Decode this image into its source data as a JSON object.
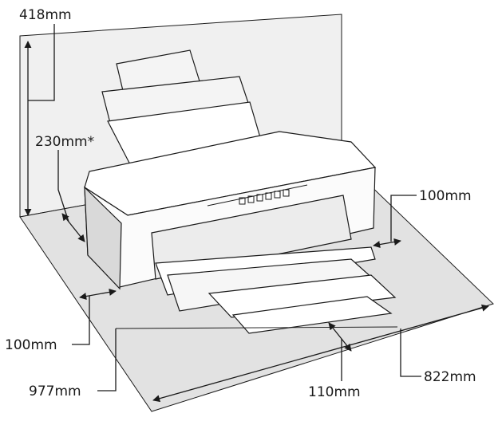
{
  "diagram": {
    "labels": {
      "height_total": "418mm",
      "height_clearance": "230mm*",
      "side_clearance_right": "100mm",
      "rear_clearance_left": "100mm",
      "width_total": "977mm",
      "front_clearance": "110mm",
      "depth_total": "822mm"
    },
    "colors": {
      "line": "#1a1a1a",
      "floor_fill": "#e4e4e4",
      "wall_fill": "#f0f0f0",
      "printer_body": "#ffffff",
      "printer_shade": "#d9d9d9"
    }
  }
}
